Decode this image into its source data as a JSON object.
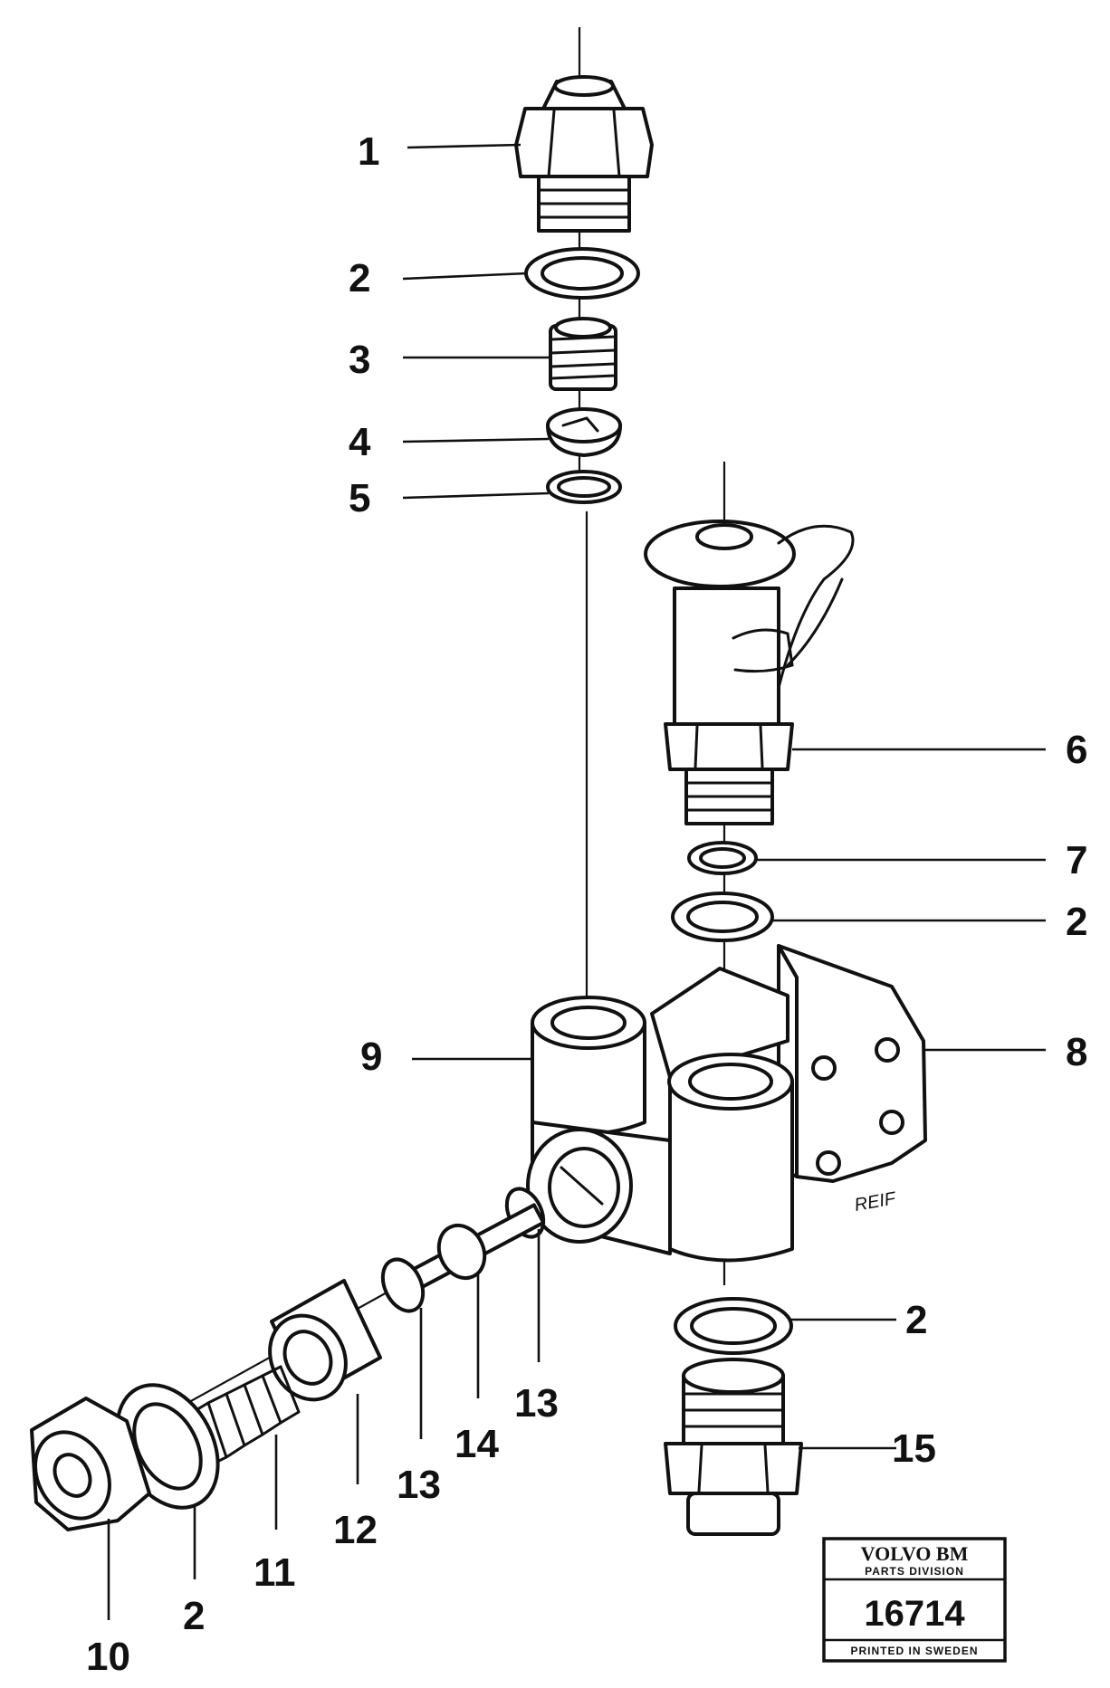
{
  "callouts": [
    "1",
    "2",
    "3",
    "4",
    "5",
    "6",
    "7",
    "2",
    "8",
    "9",
    "2",
    "15",
    "13",
    "14",
    "13",
    "12",
    "11",
    "2",
    "10"
  ],
  "signature": "REIF",
  "stamp": {
    "brand": "VOLVO BM",
    "division": "PARTS DIVISION",
    "number": "16714",
    "printed": "PRINTED IN SWEDEN"
  }
}
